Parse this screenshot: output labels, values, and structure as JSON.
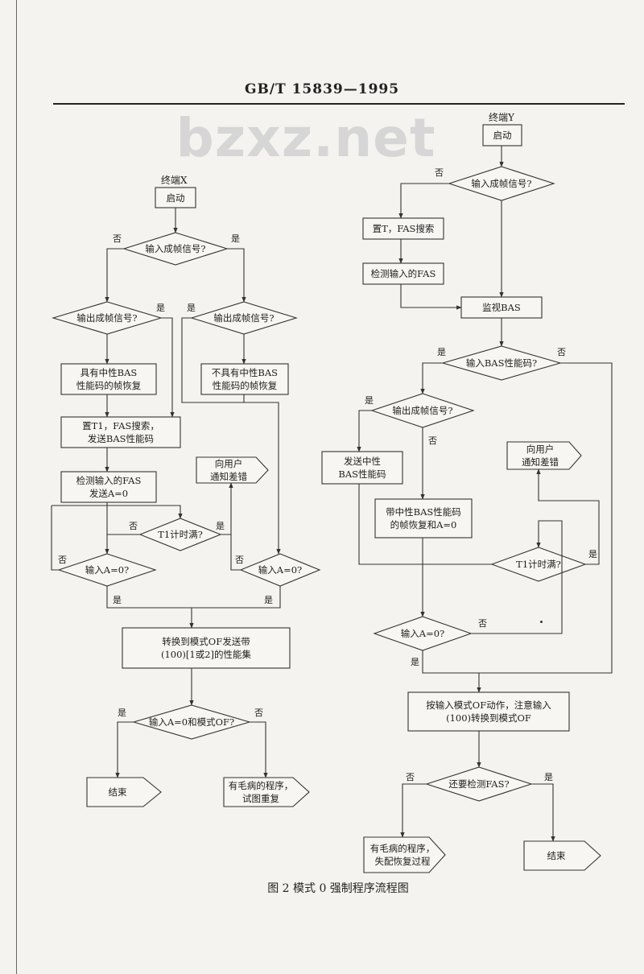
{
  "header": {
    "standard_code": "GB/T  15839—1995"
  },
  "watermark": "bzxz.net",
  "caption": "图 2   模式 0 强制程序流程图",
  "terminal_x": {
    "title": "终端X",
    "start": "启动",
    "d_input_sync": "输入成帧信号?",
    "d_output_sync_left": "输出成帧信号?",
    "d_output_sync_right": "输出成帧信号?",
    "p_neutral_bas": "具有中性BAS\n性能码的帧恢复",
    "p_no_neutral_bas": "不具有中性BAS\n性能码的帧恢复",
    "p_set_t1": "置T1，FAS搜索，\n发送BAS性能码",
    "p_detect_fas": "检测输入的FAS\n发送A=0",
    "notify_user": "向用户\n通知差错",
    "d_t1_full": "T1计时满?",
    "d_input_a0_left": "输入A=0?",
    "d_input_a0_right": "输入A=0?",
    "p_switch_mode": "转换到模式OF发送带\n(100)[1或2]的性能集",
    "d_a0_and_mode": "输入A=0和模式OF?",
    "end": "结束",
    "fault_retry": "有毛病的程序，\n试图重复"
  },
  "terminal_y": {
    "title": "终端Y",
    "start": "启动",
    "d_input_sync": "输入成帧信号?",
    "p_set_t_fas": "置T，FAS搜索",
    "p_detect_fas": "检测输入的FAS",
    "p_monitor_bas": "监视BAS",
    "d_input_bas": "输入BAS性能码?",
    "d_output_sync": "输出成帧信号?",
    "p_send_neutral": "发送中性\nBAS性能码",
    "notify_user": "向用户\n通知差错",
    "p_frame_recover": "带中性BAS性能码\n的帧恢复和A=0",
    "d_t1_full": "T1计时满?",
    "d_input_a0": "输入A=0?",
    "p_act_mode": "按输入模式OF动作，注意输入\n(100)转换到模式OF",
    "d_still_detect": "还要检测FAS?",
    "fault_unmatched": "有毛病的程序，\n失配恢复过程",
    "end": "结束"
  },
  "labels": {
    "yes": "是",
    "no": "否"
  }
}
